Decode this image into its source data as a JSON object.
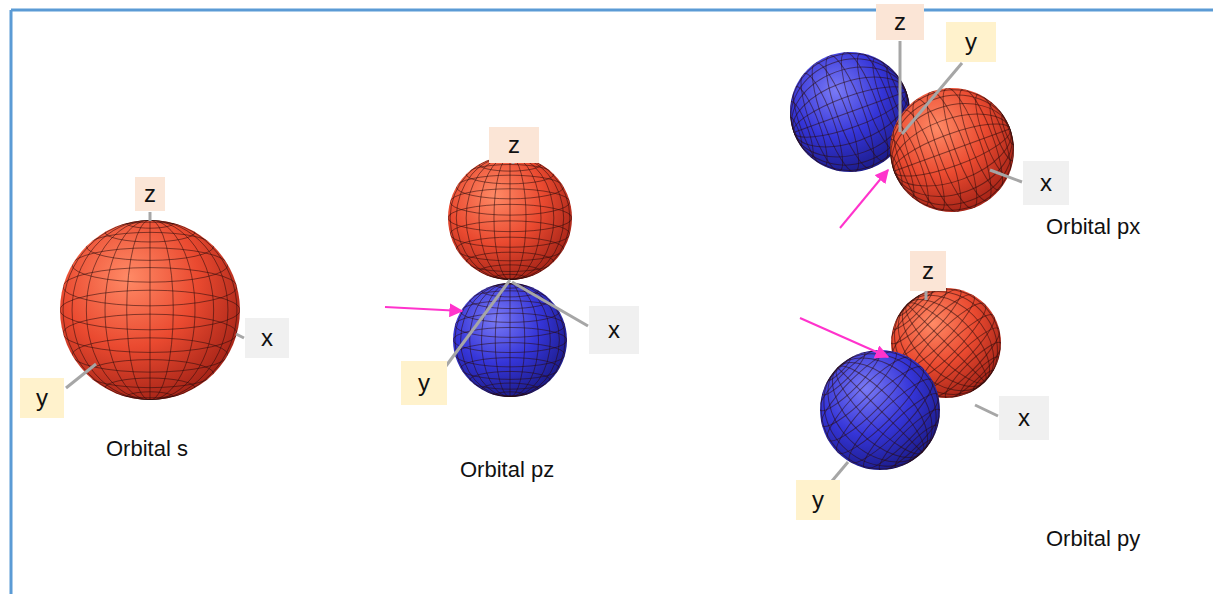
{
  "diagram": {
    "nodes": [
      {
        "text": [
          "z"
        ]
      },
      {
        "text": [
          "x"
        ]
      },
      {
        "text": [
          "y"
        ]
      },
      {
        "text": [
          "z"
        ]
      },
      {
        "text": [
          "x"
        ]
      },
      {
        "text": [
          "y"
        ]
      },
      {
        "text": [
          "z"
        ]
      },
      {
        "text": [
          "y"
        ]
      },
      {
        "text": [
          "x"
        ]
      },
      {
        "text": [
          "z"
        ]
      },
      {
        "text": [
          "x"
        ]
      },
      {
        "text": [
          "y"
        ]
      }
    ],
    "labels": [
      "Orbital s",
      "Orbital pz",
      "Orbital px",
      "Orbital py"
    ]
  }
}
